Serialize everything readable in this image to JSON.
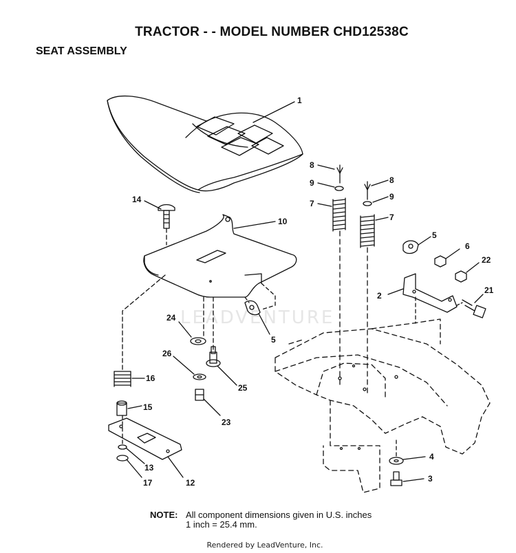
{
  "header": {
    "title": "TRACTOR - - MODEL NUMBER CHD12538C",
    "subtitle": "SEAT ASSEMBLY"
  },
  "callouts": {
    "c1": "1",
    "c2": "2",
    "c3": "3",
    "c4": "4",
    "c5a": "5",
    "c5b": "5",
    "c6": "6",
    "c7a": "7",
    "c7b": "7",
    "c8a": "8",
    "c8b": "8",
    "c9a": "9",
    "c9b": "9",
    "c10": "10",
    "c12": "12",
    "c13": "13",
    "c14": "14",
    "c15": "15",
    "c16": "16",
    "c17": "17",
    "c21": "21",
    "c22": "22",
    "c23": "23",
    "c24": "24",
    "c25": "25",
    "c26": "26"
  },
  "watermark": "LEADVENTURE",
  "note": {
    "label": "NOTE:",
    "line1": "All component dimensions given in U.S. inches",
    "line2": "1 inch = 25.4 mm."
  },
  "footer": "Rendered by LeadVenture, Inc."
}
